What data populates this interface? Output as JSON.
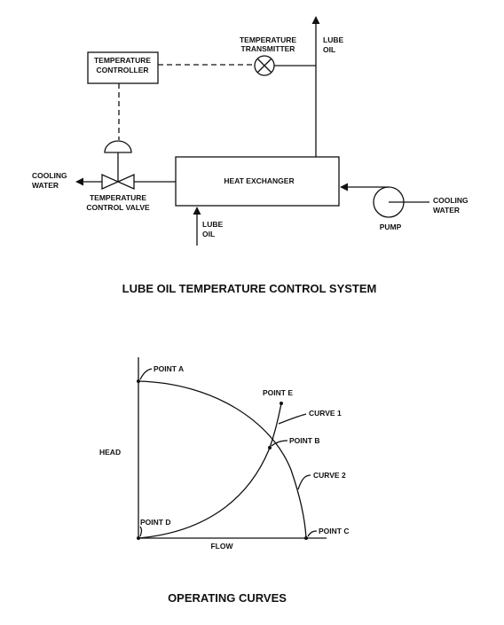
{
  "system_diagram": {
    "title": "LUBE OIL TEMPERATURE CONTROL SYSTEM",
    "temperature_controller": [
      "TEMPERATURE",
      "CONTROLLER"
    ],
    "temperature_transmitter": [
      "TEMPERATURE",
      "TRANSMITTER"
    ],
    "lube_oil_out": [
      "LUBE",
      "OIL"
    ],
    "heat_exchanger": "HEAT EXCHANGER",
    "cooling_water_out": [
      "COOLING",
      "WATER"
    ],
    "temperature_control_valve": [
      "TEMPERATURE",
      "CONTROL VALVE"
    ],
    "lube_oil_in": [
      "LUBE",
      "OIL"
    ],
    "pump": "PUMP",
    "cooling_water_in": [
      "COOLING",
      "WATER"
    ]
  },
  "curves_diagram": {
    "title": "OPERATING CURVES",
    "y_axis_label": "HEAD",
    "x_axis_label": "FLOW",
    "point_a": "POINT A",
    "point_b": "POINT B",
    "point_c": "POINT C",
    "point_d": "POINT D",
    "point_e": "POINT E",
    "curve_1": "CURVE 1",
    "curve_2": "CURVE 2"
  }
}
